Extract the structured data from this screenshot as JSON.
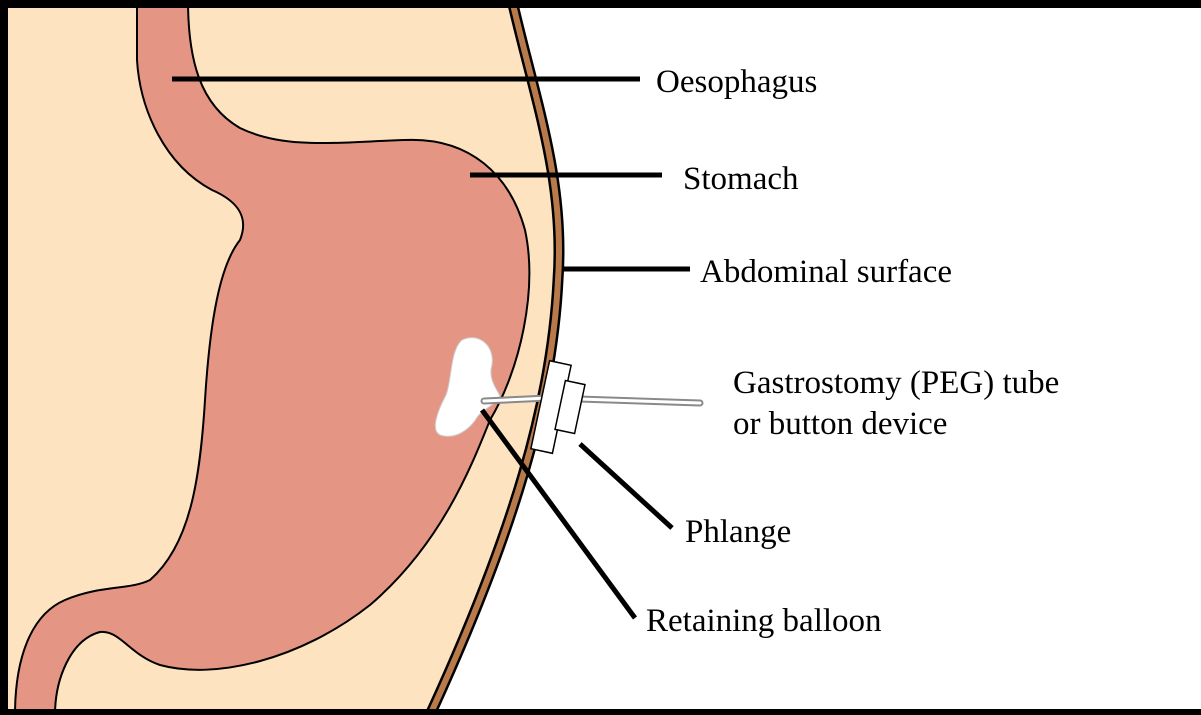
{
  "diagram": {
    "labels": {
      "oesophagus": "Oesophagus",
      "stomach": "Stomach",
      "abdominal_surface": "Abdominal surface",
      "gastrostomy_line1": "Gastrostomy (PEG) tube",
      "gastrostomy_line2": "or button device",
      "phlange": "Phlange",
      "retaining_balloon": "Retaining balloon"
    },
    "colors": {
      "body_tissue": "#fde3c0",
      "organ": "#e49584",
      "skin": "#b87a4b",
      "outline": "#000000",
      "background": "#ffffff",
      "tube": "#aaaaaa"
    }
  }
}
